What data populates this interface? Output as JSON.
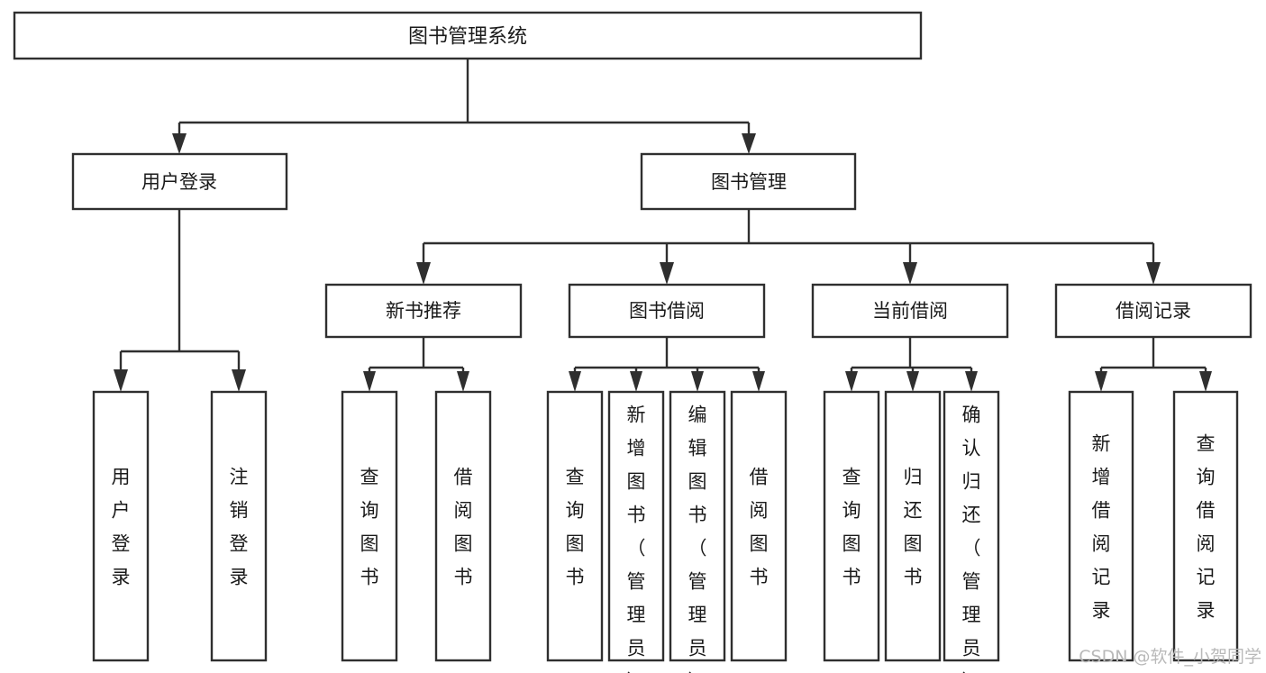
{
  "diagram": {
    "title": "图书管理系统",
    "type": "tree-structure-chart",
    "orientation": "top-down",
    "colors": {
      "box_stroke": "#2f2f2f",
      "box_fill": "#ffffff",
      "connector": "#2f2f2f",
      "text": "#1a1a1a",
      "watermark": "#b9b9b9",
      "background": "#ffffff"
    }
  },
  "root": {
    "label": "图书管理系统"
  },
  "level1": [
    {
      "label": "用户登录"
    },
    {
      "label": "图书管理"
    }
  ],
  "level2": [
    {
      "label": "新书推荐"
    },
    {
      "label": "图书借阅"
    },
    {
      "label": "当前借阅"
    },
    {
      "label": "借阅记录"
    }
  ],
  "leaves": {
    "user_login": [
      {
        "label": "用户登录"
      },
      {
        "label": "注销登录"
      }
    ],
    "new_book_recommend": [
      {
        "label": "查询图书"
      },
      {
        "label": "借阅图书"
      }
    ],
    "book_borrow": [
      {
        "label": "查询图书"
      },
      {
        "label": "新增图书（管理员）"
      },
      {
        "label": "编辑图书（管理员）"
      },
      {
        "label": "借阅图书"
      }
    ],
    "current_borrow": [
      {
        "label": "查询图书"
      },
      {
        "label": "归还图书"
      },
      {
        "label": "确认归还（管理员）"
      }
    ],
    "borrow_record": [
      {
        "label": "新增借阅记录"
      },
      {
        "label": "查询借阅记录"
      }
    ]
  },
  "watermark": {
    "label": "CSDN @软件_小贺同学"
  }
}
